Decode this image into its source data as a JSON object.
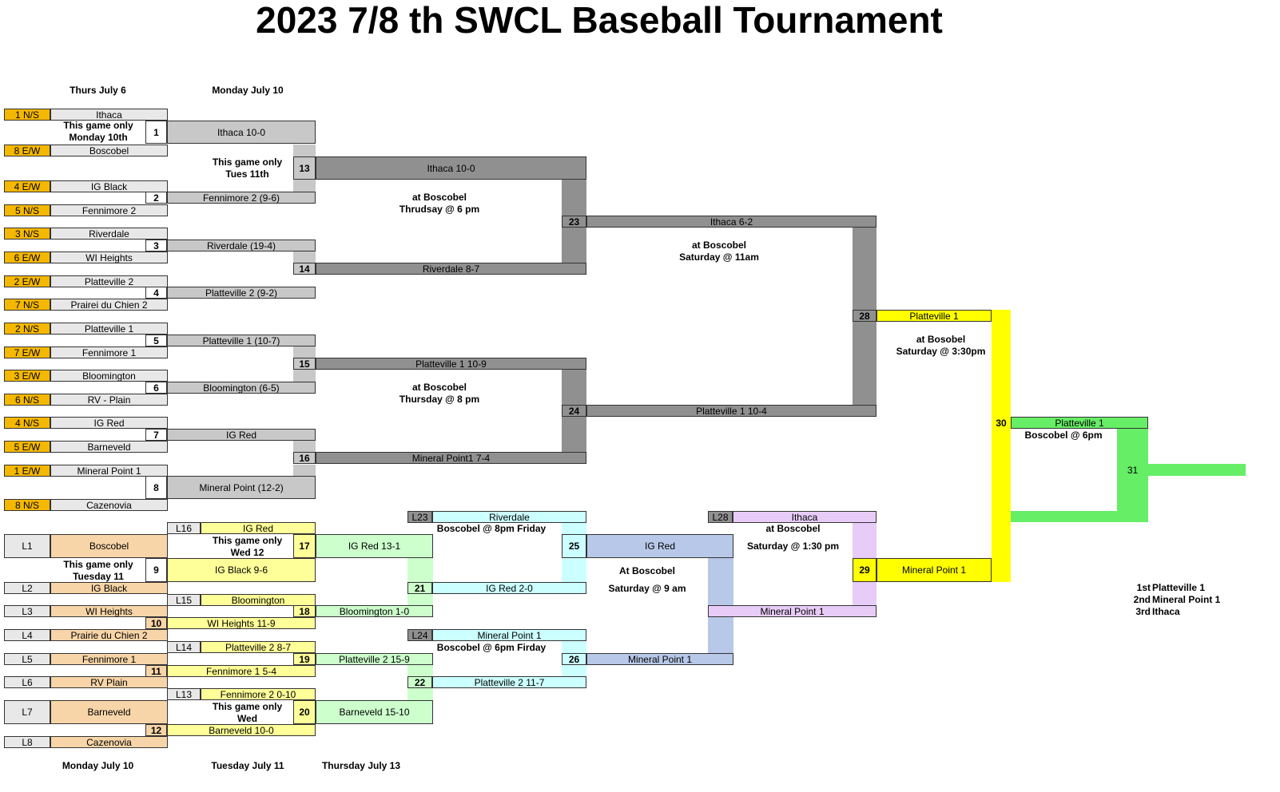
{
  "title": "2023   7/8 th SWCL Baseball Tournament",
  "headers": {
    "top_day1": "Thurs July 6",
    "top_day2": "Monday July 10",
    "bot_day1": "Monday July 10",
    "bot_day2": "Tuesday July 11",
    "bot_day3": "Thursday July 13"
  },
  "seeds": [
    {
      "seed": "1 N/S",
      "team": "Ithaca"
    },
    {
      "seed": "8 E/W",
      "team": "Boscobel"
    },
    {
      "seed": "4 E/W",
      "team": "IG Black"
    },
    {
      "seed": "5  N/S",
      "team": "Fennimore 2"
    },
    {
      "seed": "3  N/S",
      "team": "Riverdale"
    },
    {
      "seed": "6 E/W",
      "team": "WI Heights"
    },
    {
      "seed": "2 E/W",
      "team": "Platteville 2"
    },
    {
      "seed": "7  N/S",
      "team": "Prairei du Chien 2"
    },
    {
      "seed": "2  N/S",
      "team": "Platteville 1"
    },
    {
      "seed": "7 E/W",
      "team": "Fennimore 1"
    },
    {
      "seed": "3 E/W",
      "team": "Bloomington"
    },
    {
      "seed": "6  N/S",
      "team": "RV - Plain"
    },
    {
      "seed": "4  N/S",
      "team": "IG  Red"
    },
    {
      "seed": "5 E/W",
      "team": "Barneveld"
    },
    {
      "seed": "1 E/W",
      "team": "Mineral Point 1"
    },
    {
      "seed": "8  N/S",
      "team": "Cazenovia"
    }
  ],
  "round1": [
    {
      "game": "1",
      "result": "Ithaca 10-0"
    },
    {
      "game": "2",
      "result": "Fennimore 2 (9-6)"
    },
    {
      "game": "3",
      "result": "Riverdale (19-4)"
    },
    {
      "game": "4",
      "result": "Platteville 2 (9-2)"
    },
    {
      "game": "5",
      "result": "Platteville 1 (10-7)"
    },
    {
      "game": "6",
      "result": "Bloomington (6-5)"
    },
    {
      "game": "7",
      "result": "IG Red"
    },
    {
      "game": "8",
      "result": "Mineral Point (12-2)"
    }
  ],
  "round1_note": "This game only\nMonday 10th",
  "round2": [
    {
      "game": "13",
      "result": "Ithaca 10-0"
    },
    {
      "game": "14",
      "result": "Riverdale 8-7"
    },
    {
      "game": "15",
      "result": "Platteville 1 10-9"
    },
    {
      "game": "16",
      "result": "Mineral Point1  7-4"
    }
  ],
  "round2_note": "This game only\nTues 11th",
  "round3": [
    {
      "game": "23",
      "result": "Ithaca 6-2"
    },
    {
      "game": "24",
      "result": "Platteville 1 10-4"
    }
  ],
  "notes": {
    "g23_loc": "at Boscobel\nThrudsay @ 6 pm",
    "g24_loc": "at Boscobel\nThursday @ 8 pm",
    "g28_loc": "at Boscobel\nSaturday @ 11am",
    "g30_loc": "at Bosobel\nSaturday @ 3:30pm",
    "g31_loc": "Boscobel @ 6pm",
    "g25_loc": "Boscobel @ 8pm Friday",
    "g26_loc": "Boscobel @ 6pm Firday",
    "g27_loc1": "At Boscobel",
    "g27_loc2": "Saturday @ 9 am",
    "g29_loc1": "at Boscobel",
    "g29_loc2": "Saturday @ 1:30 pm",
    "g17_note": "This game only\nWed 12",
    "g9_note": "This game only\nTuesday 11",
    "g20_note": "This game only\nWed"
  },
  "semis": {
    "g28": {
      "game": "28",
      "result": "Platteville 1"
    },
    "g29": {
      "game": "29",
      "result": "Mineral Point 1"
    },
    "g30": {
      "game": "30",
      "result": "Platteville 1"
    },
    "g31": {
      "game": "31"
    }
  },
  "losers": [
    {
      "seed": "L1",
      "team": "Boscobel"
    },
    {
      "seed": "L2",
      "team": "IG Black"
    },
    {
      "seed": "L3",
      "team": "WI Heights"
    },
    {
      "seed": "L4",
      "team": "Prairie du Chien 2"
    },
    {
      "seed": "L5",
      "team": "Fennimore 1"
    },
    {
      "seed": "L6",
      "team": "RV Plain"
    },
    {
      "seed": "L7",
      "team": "Barneveld"
    },
    {
      "seed": "L8",
      "team": "Cazenovia"
    }
  ],
  "cons_r1": [
    {
      "game": "9",
      "result": "IG Black 9-6"
    },
    {
      "game": "10",
      "result": "WI Heights 11-9"
    },
    {
      "game": "11",
      "result": "Fennimore 1   5-4"
    },
    {
      "game": "12",
      "result": "Barneveld 10-0"
    }
  ],
  "cons_drop": [
    {
      "seed": "L16",
      "team": "IG Red"
    },
    {
      "seed": "L15",
      "team": "Bloomington"
    },
    {
      "seed": "L14",
      "team": "Platteville 2   8-7"
    },
    {
      "seed": "L13",
      "team": "Fennimore 2  0-10"
    }
  ],
  "cons_r2": [
    {
      "game": "17",
      "result": "IG Red 13-1"
    },
    {
      "game": "18",
      "result": "Bloomington 1-0"
    },
    {
      "game": "19",
      "result": "Platteville 2  15-9"
    },
    {
      "game": "20",
      "result": "Barneveld 15-10"
    }
  ],
  "cons_r3": [
    {
      "seed": "L23",
      "team": "Riverdale"
    },
    {
      "game": "21",
      "result": "IG Red 2-0"
    },
    {
      "seed": "L24",
      "team": "Mineral Point 1"
    },
    {
      "game": "22",
      "result": "Platteville 2   11-7"
    }
  ],
  "cons_r4": [
    {
      "game": "25",
      "result": "IG Red"
    },
    {
      "game": "26",
      "result": "Mineral Point 1"
    }
  ],
  "cons_r5": [
    {
      "seed": "L28",
      "team": "Ithaca"
    },
    {
      "result": "Mineral Point 1"
    }
  ],
  "standings": [
    {
      "place": "1st",
      "team": "Platteville 1"
    },
    {
      "place": "2nd",
      "team": "Mineral Point 1"
    },
    {
      "place": "3rd",
      "team": "Ithaca"
    }
  ]
}
